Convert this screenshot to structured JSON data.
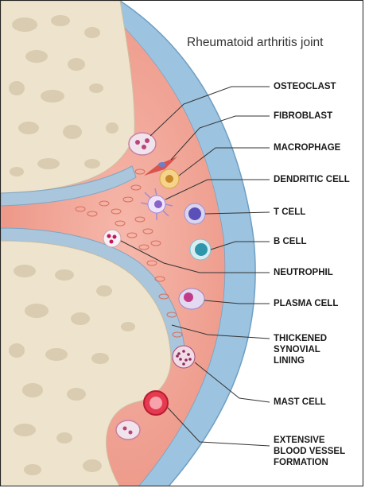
{
  "diagram": {
    "title": "Rheumatoid arthritis joint",
    "labels": {
      "osteoclast": "OSTEOCLAST",
      "fibroblast": "FIBROBLAST",
      "macrophage": "MACROPHAGE",
      "dendritic_cell": "DENDRITIC CELL",
      "t_cell": "T CELL",
      "b_cell": "B CELL",
      "neutrophil": "NEUTROPHIL",
      "plasma_cell": "PLASMA CELL",
      "synovial_lining": [
        "THICKENED",
        "SYNOVIAL",
        "LINING"
      ],
      "mast_cell": "MAST CELL",
      "blood_vessel": [
        "EXTENSIVE",
        "BLOOD VESSEL",
        "FORMATION"
      ]
    }
  },
  "colors": {
    "bone": "#eee3cc",
    "bone_pore": "#d9ccb0",
    "synovium": "#f2a79a",
    "capsule_blue": "#9cc3df",
    "cartilage_blue": "#a9c6dc",
    "leader_line": "#333333"
  }
}
